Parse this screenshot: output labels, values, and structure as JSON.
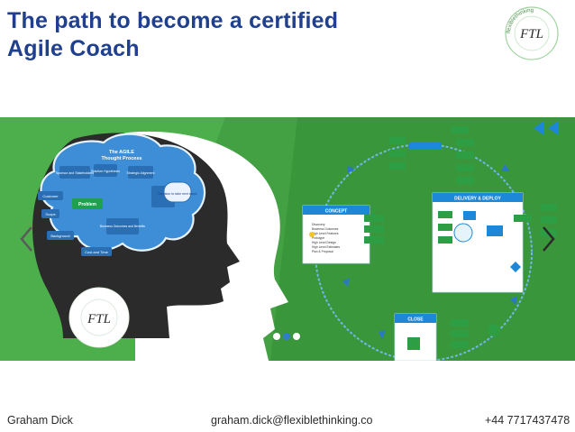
{
  "header": {
    "title_line1": "The path to become a certified",
    "title_line2": "Agile Coach",
    "logo_text": "FTL",
    "logo_ring_text": "flexiblethinking"
  },
  "slide": {
    "brain_title_line1": "The AGILE",
    "brain_title_line2": "Thought Process",
    "brain_nodes": [
      "Sponsor and Stakeholders",
      "Solution Hypothesis",
      "Strategic Alignment",
      "Customer",
      "Problem",
      "Scope",
      "Background",
      "Business Outcomes and Benefits",
      "Cost and Time"
    ],
    "decision_box": "Decision to take next steps",
    "concept_label": "CONCEPT",
    "delivery_label": "DELIVERY & DEPLOY",
    "close_label": "CLOSE",
    "concept_list": [
      "Discovery",
      "Business Outcomes",
      "High Level Features",
      "Prototype",
      "High Level Design",
      "High Level Estimates",
      "Plan & Proposal"
    ]
  },
  "carousel": {
    "prev_icon": "chevron-left-icon",
    "next_icon": "chevron-right-icon",
    "active_dot": 2,
    "dot_count": 3
  },
  "footer": {
    "name": "Graham Dick",
    "email": "graham.dick@flexiblethinking.co",
    "phone": "+44 7717437478"
  },
  "colors": {
    "title": "#1f3f8f",
    "green": "#3f9f3f",
    "blue_node": "#2f7fc6",
    "dark_head": "#2b2b2b"
  }
}
